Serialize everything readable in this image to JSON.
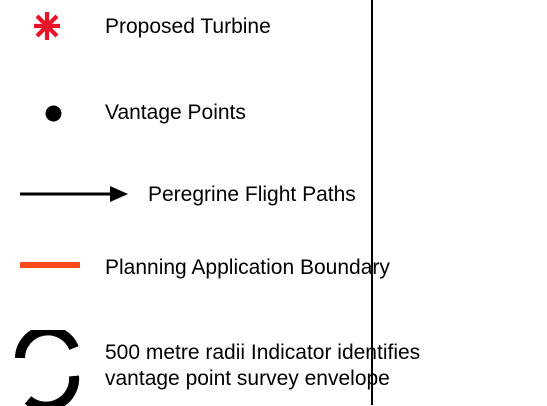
{
  "legend": {
    "items": [
      {
        "label": "Proposed Turbine",
        "icon": "turbine-star-icon",
        "color": "#e8142a"
      },
      {
        "label": "Vantage Points",
        "icon": "vantage-point-dot-icon",
        "color": "#000000"
      },
      {
        "label": "Peregrine Flight Paths",
        "icon": "flight-path-arrow-icon",
        "color": "#000000"
      },
      {
        "label": "Planning Application Boundary",
        "icon": "boundary-line-icon",
        "color": "#ff4a1c"
      },
      {
        "label_line1": "500 metre radii Indicator identifies",
        "label_line2": "vantage point survey envelope",
        "icon": "radius-arc-icon",
        "color": "#000000"
      }
    ]
  }
}
